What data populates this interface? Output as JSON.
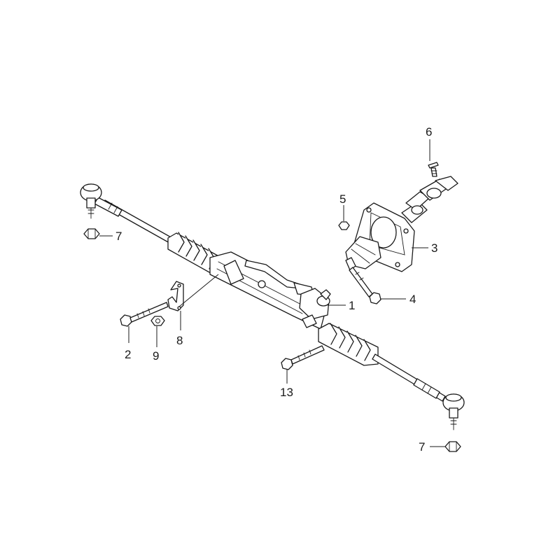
{
  "callouts": {
    "c1": "1",
    "c2": "2",
    "c3": "3",
    "c4": "4",
    "c5": "5",
    "c6": "6",
    "c7a": "7",
    "c7b": "7",
    "c8": "8",
    "c9": "9",
    "c13": "13"
  },
  "colors": {
    "line": "#1a1a1a",
    "background": "#ffffff"
  }
}
